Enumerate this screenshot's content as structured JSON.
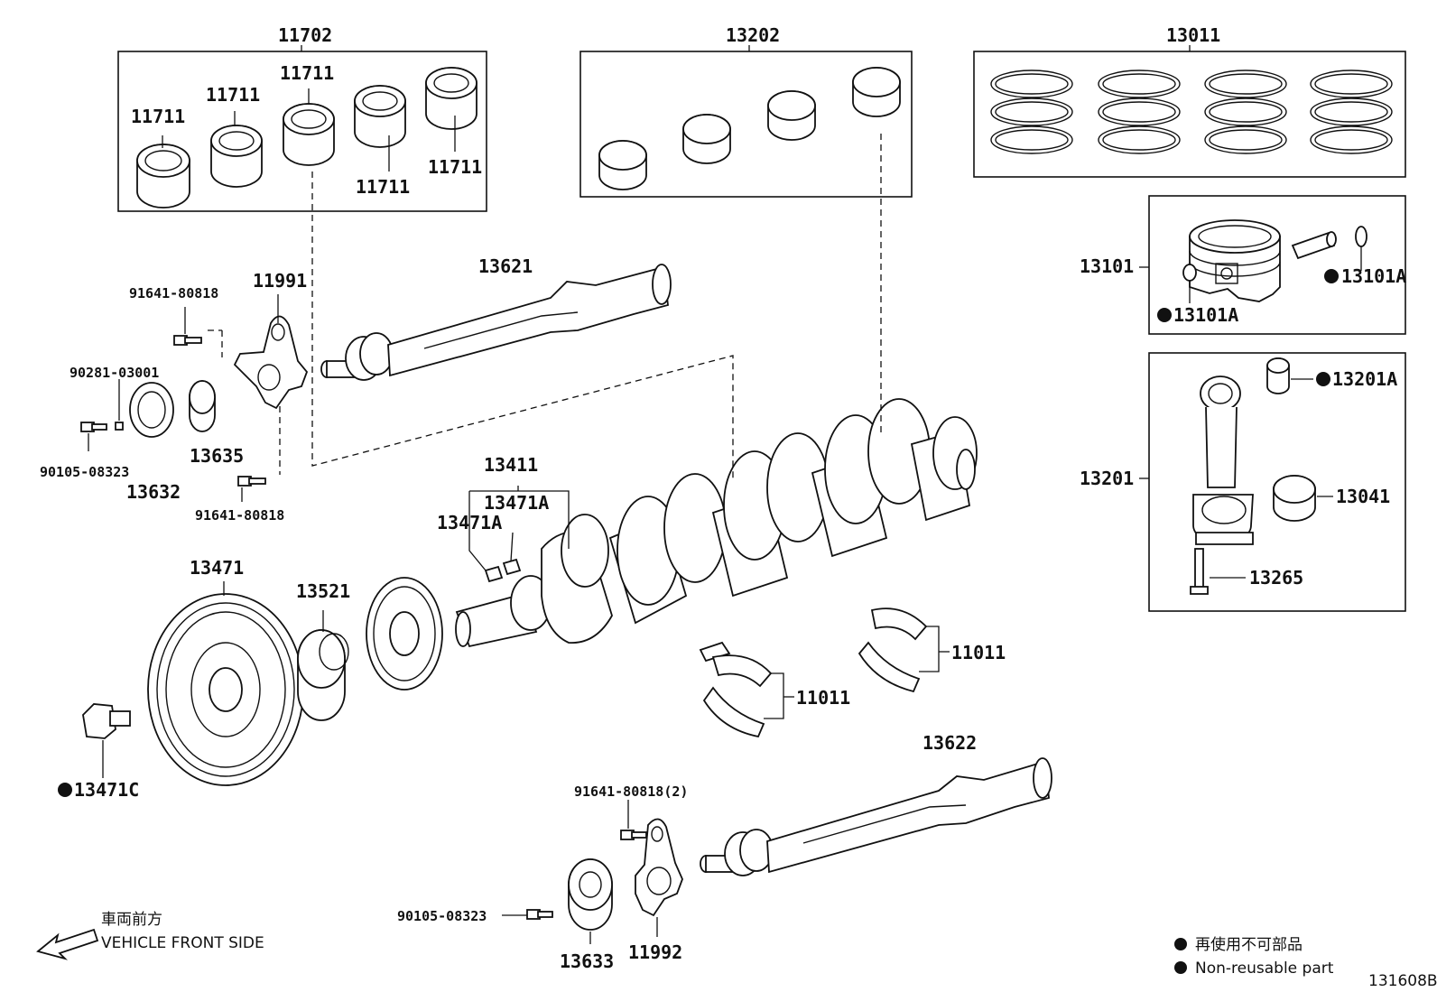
{
  "colors": {
    "ink": "#111111",
    "paper": "#ffffff"
  },
  "labels": {
    "l11702": "11702",
    "l11711_a": "11711",
    "l11711_b": "11711",
    "l11711_c": "11711",
    "l11711_d": "11711",
    "l11711_e": "11711",
    "l13202": "13202",
    "l13011": "13011",
    "l13101": "13101",
    "l13101A_a": "13101A",
    "l13101A_b": "13101A",
    "l13201A": "13201A",
    "l13201": "13201",
    "l13041": "13041",
    "l13265": "13265",
    "l13621": "13621",
    "l11991": "11991",
    "l91641_a": "91641-80818",
    "l90281": "90281-03001",
    "l90105_a": "90105-08323",
    "l13635": "13635",
    "l13632": "13632",
    "l91641_b": "91641-80818",
    "l13411": "13411",
    "l13471A_a": "13471A",
    "l13471A_b": "13471A",
    "l13471": "13471",
    "l13521": "13521",
    "l11011_a": "11011",
    "l11011_b": "11011",
    "l13471C": "13471C",
    "l13622": "13622",
    "l91641_c": "91641-80818(2)",
    "l90105_b": "90105-08323",
    "l13633": "13633",
    "l11992": "11992"
  },
  "legend": {
    "front_jp": "車両前方",
    "front_en": "VEHICLE FRONT SIDE",
    "nonreuse_jp": "再使用不可部品",
    "nonreuse_en": "Non-reusable part",
    "figure_code": "131608B"
  }
}
